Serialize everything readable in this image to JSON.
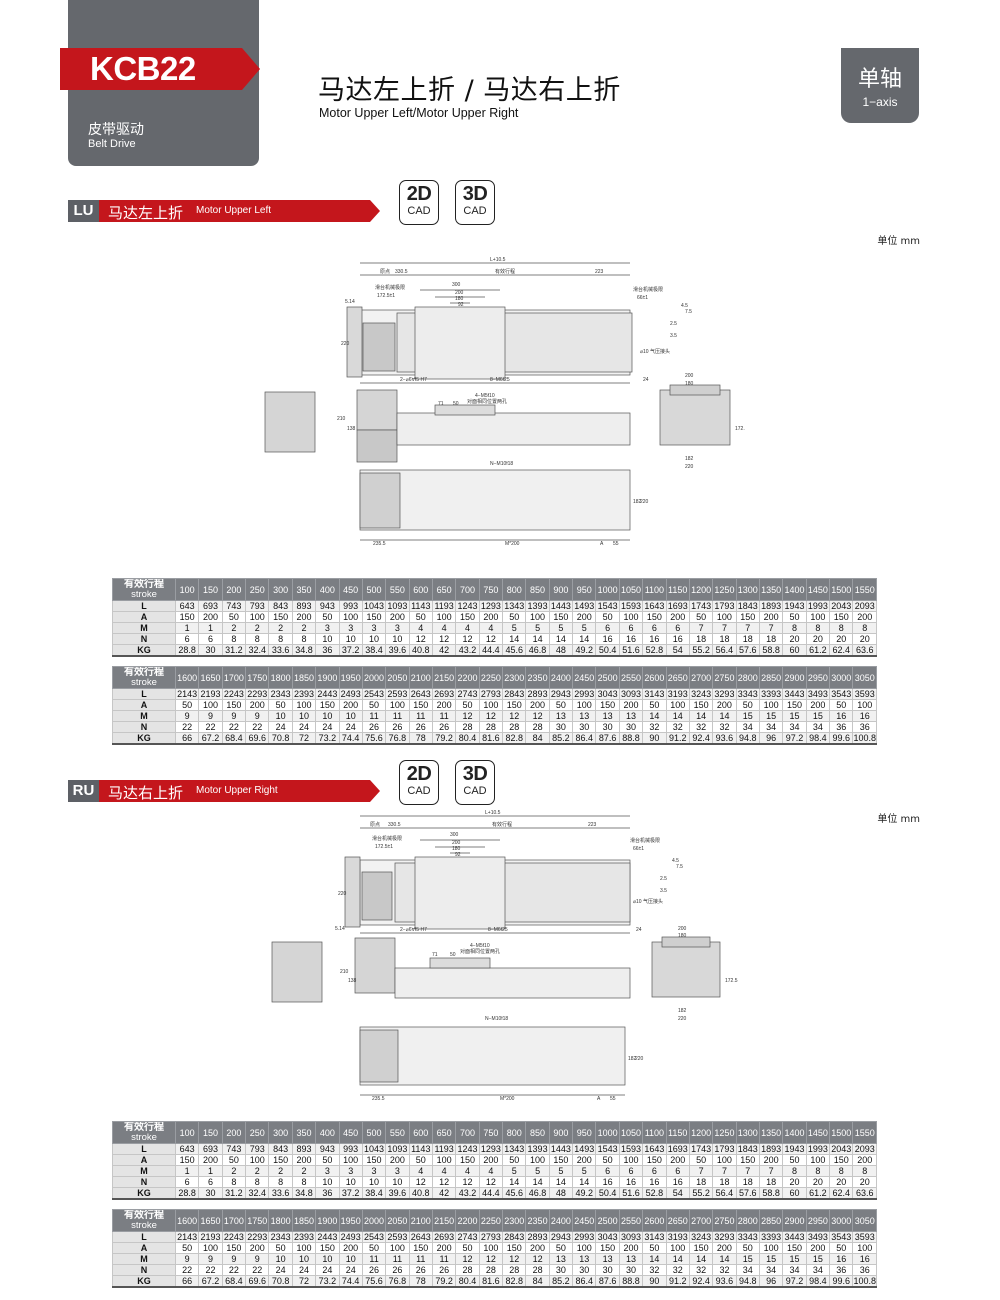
{
  "header": {
    "model": "KCB22",
    "drive_cn": "皮带驱动",
    "drive_en": "Belt Drive",
    "title_cn": "马达左上折 / 马达右上折",
    "title_en": "Motor Upper Left/Motor Upper Right",
    "axis_cn": "单轴",
    "axis_en": "1−axis"
  },
  "colors": {
    "accent": "#c4161c",
    "panel": "#65686d",
    "table_head": "#7b7e83"
  },
  "cad": {
    "d2_main": "2D",
    "d3_main": "3D",
    "sub": "CAD"
  },
  "unit": "单位 mm",
  "drawing_labels": {
    "L_total": "L+10.5",
    "origin": "原点",
    "origin_dim": "330.5",
    "stroke": "有效行程",
    "end_dim": "223",
    "limit": "滑台机械极限",
    "limit_left": "172.5±1",
    "limit_right": "66±1",
    "d300": "300",
    "d200": "200",
    "d180": "180",
    "d92": "92",
    "d514": "5.14",
    "d220": "220",
    "d210": "210",
    "d138": "138",
    "hole_pin": "2−⌀6ⱯƗ5 H7",
    "hole_m6": "8−M6Ɨ25",
    "hole_m5": "4−M5Ɨ10",
    "pos_hole": "对面相同位置两孔",
    "d71": "71",
    "d50": "50",
    "air": "⌀10 气压接头",
    "d24": "24",
    "d180b": "180",
    "d182": "182",
    "d1725": "172.5",
    "hole_m10": "N−M10Ɨ18",
    "d2355": "235.5",
    "mpitch": "M*200",
    "a": "A",
    "d55": "55",
    "d45": "4.5",
    "d75": "7.5",
    "d25": "2.5",
    "d35": "3.5"
  },
  "table_labels": {
    "stroke_cn": "有效行程",
    "stroke_en": "stroke",
    "rows": [
      "L",
      "A",
      "M",
      "N",
      "KG"
    ]
  },
  "sections": [
    {
      "code": "LU",
      "title_cn": "马达左上折",
      "title_en": "Motor Upper Left",
      "tables": [
        {
          "strokes": [
            "100",
            "150",
            "200",
            "250",
            "300",
            "350",
            "400",
            "450",
            "500",
            "550",
            "600",
            "650",
            "700",
            "750",
            "800",
            "850",
            "900",
            "950",
            "1000",
            "1050",
            "1100",
            "1150",
            "1200",
            "1250",
            "1300",
            "1350",
            "1400",
            "1450",
            "1500",
            "1550"
          ],
          "L": [
            "643",
            "693",
            "743",
            "793",
            "843",
            "893",
            "943",
            "993",
            "1043",
            "1093",
            "1143",
            "1193",
            "1243",
            "1293",
            "1343",
            "1393",
            "1443",
            "1493",
            "1543",
            "1593",
            "1643",
            "1693",
            "1743",
            "1793",
            "1843",
            "1893",
            "1943",
            "1993",
            "2043",
            "2093"
          ],
          "A": [
            "150",
            "200",
            "50",
            "100",
            "150",
            "200",
            "50",
            "100",
            "150",
            "200",
            "50",
            "100",
            "150",
            "200",
            "50",
            "100",
            "150",
            "200",
            "50",
            "100",
            "150",
            "200",
            "50",
            "100",
            "150",
            "200",
            "50",
            "100",
            "150",
            "200"
          ],
          "M": [
            "1",
            "1",
            "2",
            "2",
            "2",
            "2",
            "3",
            "3",
            "3",
            "3",
            "4",
            "4",
            "4",
            "4",
            "5",
            "5",
            "5",
            "5",
            "6",
            "6",
            "6",
            "6",
            "7",
            "7",
            "7",
            "7",
            "8",
            "8",
            "8",
            "8"
          ],
          "N": [
            "6",
            "6",
            "8",
            "8",
            "8",
            "8",
            "10",
            "10",
            "10",
            "10",
            "12",
            "12",
            "12",
            "12",
            "14",
            "14",
            "14",
            "14",
            "16",
            "16",
            "16",
            "16",
            "18",
            "18",
            "18",
            "18",
            "20",
            "20",
            "20",
            "20"
          ],
          "KG": [
            "28.8",
            "30",
            "31.2",
            "32.4",
            "33.6",
            "34.8",
            "36",
            "37.2",
            "38.4",
            "39.6",
            "40.8",
            "42",
            "43.2",
            "44.4",
            "45.6",
            "46.8",
            "48",
            "49.2",
            "50.4",
            "51.6",
            "52.8",
            "54",
            "55.2",
            "56.4",
            "57.6",
            "58.8",
            "60",
            "61.2",
            "62.4",
            "63.6"
          ]
        },
        {
          "strokes": [
            "1600",
            "1650",
            "1700",
            "1750",
            "1800",
            "1850",
            "1900",
            "1950",
            "2000",
            "2050",
            "2100",
            "2150",
            "2200",
            "2250",
            "2300",
            "2350",
            "2400",
            "2450",
            "2500",
            "2550",
            "2600",
            "2650",
            "2700",
            "2750",
            "2800",
            "2850",
            "2900",
            "2950",
            "3000",
            "3050"
          ],
          "L": [
            "2143",
            "2193",
            "2243",
            "2293",
            "2343",
            "2393",
            "2443",
            "2493",
            "2543",
            "2593",
            "2643",
            "2693",
            "2743",
            "2793",
            "2843",
            "2893",
            "2943",
            "2993",
            "3043",
            "3093",
            "3143",
            "3193",
            "3243",
            "3293",
            "3343",
            "3393",
            "3443",
            "3493",
            "3543",
            "3593"
          ],
          "A": [
            "50",
            "100",
            "150",
            "200",
            "50",
            "100",
            "150",
            "200",
            "50",
            "100",
            "150",
            "200",
            "50",
            "100",
            "150",
            "200",
            "50",
            "100",
            "150",
            "200",
            "50",
            "100",
            "150",
            "200",
            "50",
            "100",
            "150",
            "200",
            "50",
            "100"
          ],
          "M": [
            "9",
            "9",
            "9",
            "9",
            "10",
            "10",
            "10",
            "10",
            "11",
            "11",
            "11",
            "11",
            "12",
            "12",
            "12",
            "12",
            "13",
            "13",
            "13",
            "13",
            "14",
            "14",
            "14",
            "14",
            "15",
            "15",
            "15",
            "15",
            "16",
            "16"
          ],
          "N": [
            "22",
            "22",
            "22",
            "22",
            "24",
            "24",
            "24",
            "24",
            "26",
            "26",
            "26",
            "26",
            "28",
            "28",
            "28",
            "28",
            "30",
            "30",
            "30",
            "30",
            "32",
            "32",
            "32",
            "32",
            "34",
            "34",
            "34",
            "34",
            "36",
            "36"
          ],
          "KG": [
            "66",
            "67.2",
            "68.4",
            "69.6",
            "70.8",
            "72",
            "73.2",
            "74.4",
            "75.6",
            "76.8",
            "78",
            "79.2",
            "80.4",
            "81.6",
            "82.8",
            "84",
            "85.2",
            "86.4",
            "87.6",
            "88.8",
            "90",
            "91.2",
            "92.4",
            "93.6",
            "94.8",
            "96",
            "97.2",
            "98.4",
            "99.6",
            "100.8"
          ]
        }
      ]
    },
    {
      "code": "RU",
      "title_cn": "马达右上折",
      "title_en": "Motor Upper Right",
      "tables": [
        {
          "strokes": [
            "100",
            "150",
            "200",
            "250",
            "300",
            "350",
            "400",
            "450",
            "500",
            "550",
            "600",
            "650",
            "700",
            "750",
            "800",
            "850",
            "900",
            "950",
            "1000",
            "1050",
            "1100",
            "1150",
            "1200",
            "1250",
            "1300",
            "1350",
            "1400",
            "1450",
            "1500",
            "1550"
          ],
          "L": [
            "643",
            "693",
            "743",
            "793",
            "843",
            "893",
            "943",
            "993",
            "1043",
            "1093",
            "1143",
            "1193",
            "1243",
            "1293",
            "1343",
            "1393",
            "1443",
            "1493",
            "1543",
            "1593",
            "1643",
            "1693",
            "1743",
            "1793",
            "1843",
            "1893",
            "1943",
            "1993",
            "2043",
            "2093"
          ],
          "A": [
            "150",
            "200",
            "50",
            "100",
            "150",
            "200",
            "50",
            "100",
            "150",
            "200",
            "50",
            "100",
            "150",
            "200",
            "50",
            "100",
            "150",
            "200",
            "50",
            "100",
            "150",
            "200",
            "50",
            "100",
            "150",
            "200",
            "50",
            "100",
            "150",
            "200"
          ],
          "M": [
            "1",
            "1",
            "2",
            "2",
            "2",
            "2",
            "3",
            "3",
            "3",
            "3",
            "4",
            "4",
            "4",
            "4",
            "5",
            "5",
            "5",
            "5",
            "6",
            "6",
            "6",
            "6",
            "7",
            "7",
            "7",
            "7",
            "8",
            "8",
            "8",
            "8"
          ],
          "N": [
            "6",
            "6",
            "8",
            "8",
            "8",
            "8",
            "10",
            "10",
            "10",
            "10",
            "12",
            "12",
            "12",
            "12",
            "14",
            "14",
            "14",
            "14",
            "16",
            "16",
            "16",
            "16",
            "18",
            "18",
            "18",
            "18",
            "20",
            "20",
            "20",
            "20"
          ],
          "KG": [
            "28.8",
            "30",
            "31.2",
            "32.4",
            "33.6",
            "34.8",
            "36",
            "37.2",
            "38.4",
            "39.6",
            "40.8",
            "42",
            "43.2",
            "44.4",
            "45.6",
            "46.8",
            "48",
            "49.2",
            "50.4",
            "51.6",
            "52.8",
            "54",
            "55.2",
            "56.4",
            "57.6",
            "58.8",
            "60",
            "61.2",
            "62.4",
            "63.6"
          ]
        },
        {
          "strokes": [
            "1600",
            "1650",
            "1700",
            "1750",
            "1800",
            "1850",
            "1900",
            "1950",
            "2000",
            "2050",
            "2100",
            "2150",
            "2200",
            "2250",
            "2300",
            "2350",
            "2400",
            "2450",
            "2500",
            "2550",
            "2600",
            "2650",
            "2700",
            "2750",
            "2800",
            "2850",
            "2900",
            "2950",
            "3000",
            "3050"
          ],
          "L": [
            "2143",
            "2193",
            "2243",
            "2293",
            "2343",
            "2393",
            "2443",
            "2493",
            "2543",
            "2593",
            "2643",
            "2693",
            "2743",
            "2793",
            "2843",
            "2893",
            "2943",
            "2993",
            "3043",
            "3093",
            "3143",
            "3193",
            "3243",
            "3293",
            "3343",
            "3393",
            "3443",
            "3493",
            "3543",
            "3593"
          ],
          "A": [
            "50",
            "100",
            "150",
            "200",
            "50",
            "100",
            "150",
            "200",
            "50",
            "100",
            "150",
            "200",
            "50",
            "100",
            "150",
            "200",
            "50",
            "100",
            "150",
            "200",
            "50",
            "100",
            "150",
            "200",
            "50",
            "100",
            "150",
            "200",
            "50",
            "100"
          ],
          "M": [
            "9",
            "9",
            "9",
            "9",
            "10",
            "10",
            "10",
            "10",
            "11",
            "11",
            "11",
            "11",
            "12",
            "12",
            "12",
            "12",
            "13",
            "13",
            "13",
            "13",
            "14",
            "14",
            "14",
            "14",
            "15",
            "15",
            "15",
            "15",
            "16",
            "16"
          ],
          "N": [
            "22",
            "22",
            "22",
            "22",
            "24",
            "24",
            "24",
            "24",
            "26",
            "26",
            "26",
            "26",
            "28",
            "28",
            "28",
            "28",
            "30",
            "30",
            "30",
            "30",
            "32",
            "32",
            "32",
            "32",
            "34",
            "34",
            "34",
            "34",
            "36",
            "36"
          ],
          "KG": [
            "66",
            "67.2",
            "68.4",
            "69.6",
            "70.8",
            "72",
            "73.2",
            "74.4",
            "75.6",
            "76.8",
            "78",
            "79.2",
            "80.4",
            "81.6",
            "82.8",
            "84",
            "85.2",
            "86.4",
            "87.6",
            "88.8",
            "90",
            "91.2",
            "92.4",
            "93.6",
            "94.8",
            "96",
            "97.2",
            "98.4",
            "99.6",
            "100.8"
          ]
        }
      ]
    }
  ]
}
